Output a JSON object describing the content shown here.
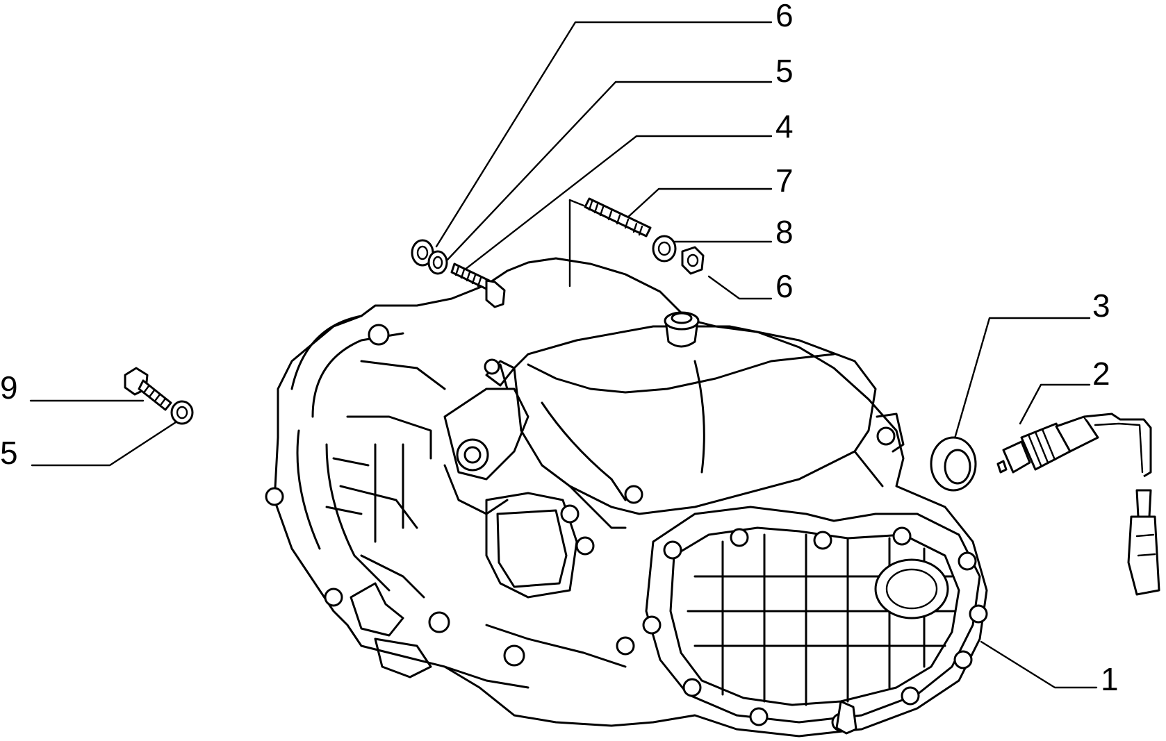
{
  "callouts": [
    {
      "id": "c-6-top",
      "number": "6"
    },
    {
      "id": "c-5-top",
      "number": "5"
    },
    {
      "id": "c-4",
      "number": "4"
    },
    {
      "id": "c-7",
      "number": "7"
    },
    {
      "id": "c-8",
      "number": "8"
    },
    {
      "id": "c-6-mid",
      "number": "6"
    },
    {
      "id": "c-3",
      "number": "3"
    },
    {
      "id": "c-2",
      "number": "2"
    },
    {
      "id": "c-1",
      "number": "1"
    },
    {
      "id": "c-9",
      "number": "9"
    },
    {
      "id": "c-5-left",
      "number": "5"
    }
  ]
}
